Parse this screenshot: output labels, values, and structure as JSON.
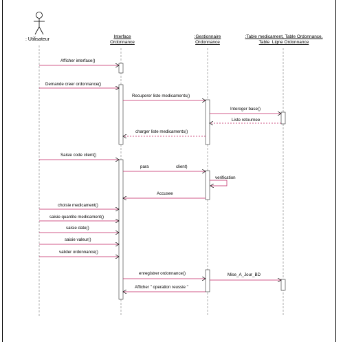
{
  "actor": {
    "name": ": Utilisateur"
  },
  "objects": [
    {
      "id": "interface",
      "line1": "Interface",
      "line2": "Ordonnance"
    },
    {
      "id": "gestionnaire",
      "line1": ":Gestionnaire",
      "line2": "Ordonnance"
    },
    {
      "id": "tables",
      "line1": ":Table medicament, Table Ordonnance,",
      "line2": "Table_Ligne Ordonnance"
    }
  ],
  "messages": [
    {
      "id": "m1",
      "label": "Afficher interface()"
    },
    {
      "id": "m2",
      "label": "Demande creer ordonnance()"
    },
    {
      "id": "m3",
      "label": "Recuperer liste medicaments()"
    },
    {
      "id": "m4",
      "label": "Interoger base()"
    },
    {
      "id": "m5",
      "label": "Liste retournee"
    },
    {
      "id": "m6",
      "label": "charger liste medicaments()"
    },
    {
      "id": "m7",
      "label": "Saisie code client()"
    },
    {
      "id": "m8a",
      "label": "para"
    },
    {
      "id": "m8b",
      "label": "client)"
    },
    {
      "id": "m9",
      "label": "verification"
    },
    {
      "id": "m10",
      "label": "Accusee"
    },
    {
      "id": "m11",
      "label": "choisie medicament()"
    },
    {
      "id": "m12",
      "label": "saisie quantite medicament()"
    },
    {
      "id": "m13",
      "label": "saisie date()"
    },
    {
      "id": "m14",
      "label": "saisie valeur()"
    },
    {
      "id": "m15",
      "label": "valider ordonnance()"
    },
    {
      "id": "m16",
      "label": "enregistrer ordonnance()"
    },
    {
      "id": "m17",
      "label": "Mise_A_Jour_BD"
    },
    {
      "id": "m18",
      "label": "Afficher \" operation reussie \""
    }
  ]
}
